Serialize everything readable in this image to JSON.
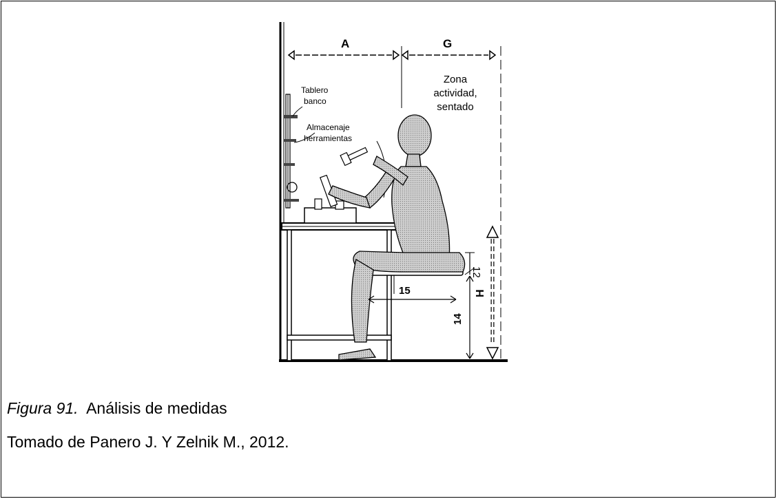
{
  "figure": {
    "labels": {
      "dim_a": "A",
      "dim_g": "G",
      "zone_line1": "Zona",
      "zone_line2": "actividad,",
      "zone_line3": "sentado",
      "tablero_line1": "Tablero",
      "tablero_line2": "banco",
      "almacenaje_line1": "Almacenaje",
      "almacenaje_line2": "herramientas",
      "dim_12": "12",
      "dim_15": "15",
      "dim_14": "14",
      "dim_h": "H"
    }
  },
  "caption": {
    "figure_label": "Figura 91.",
    "title": "Análisis de medidas",
    "source": "Tomado de Panero J. Y Zelnik M., 2012."
  }
}
